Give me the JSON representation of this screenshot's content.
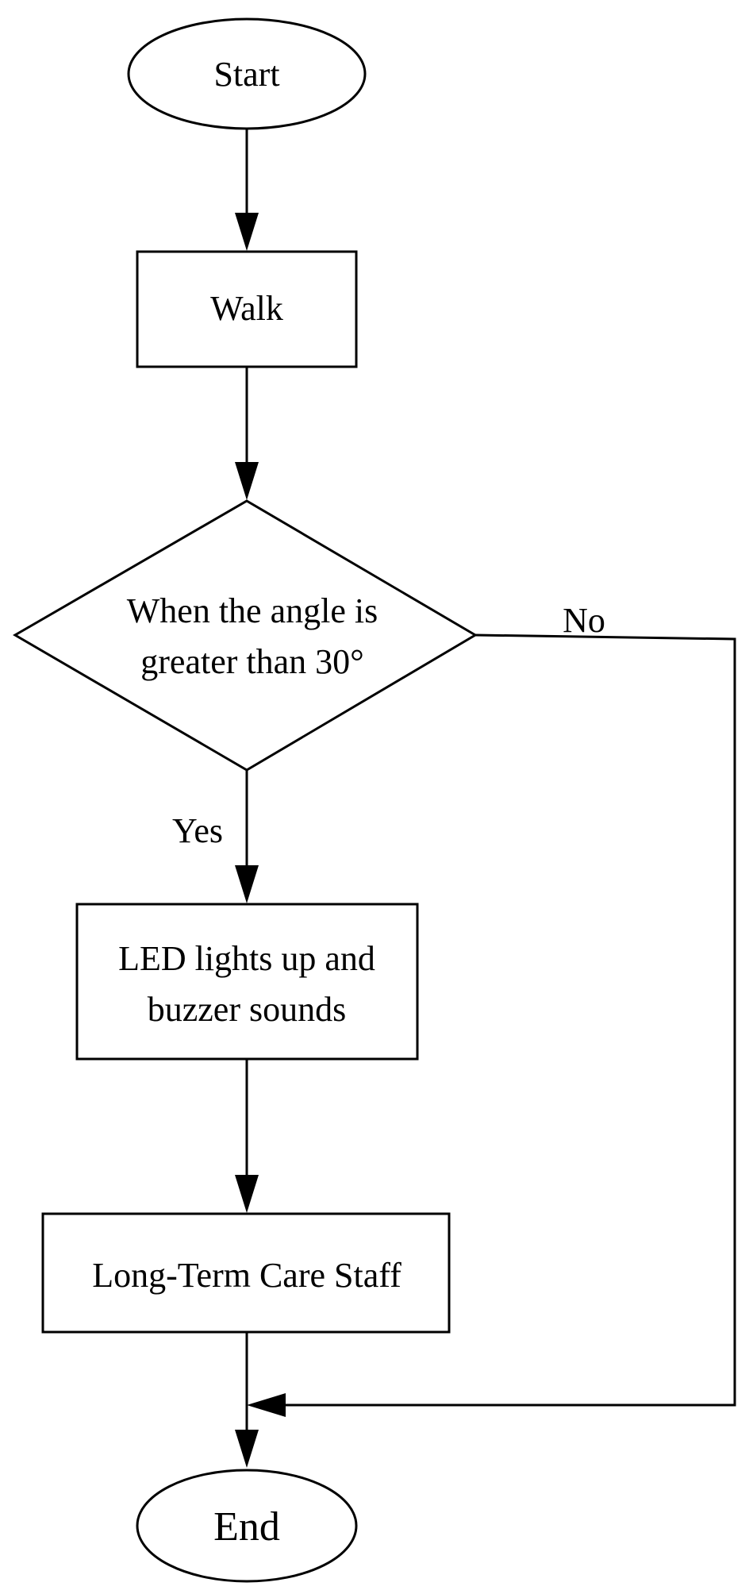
{
  "nodes": {
    "start": "Start",
    "walk": "Walk",
    "decision_line1": "When the angle is",
    "decision_line2": "greater than 30°",
    "alarm_line1": "LED lights up and",
    "alarm_line2": "buzzer sounds",
    "staff": "Long-Term Care Staff",
    "end": "End"
  },
  "branches": {
    "yes": "Yes",
    "no": "No"
  }
}
